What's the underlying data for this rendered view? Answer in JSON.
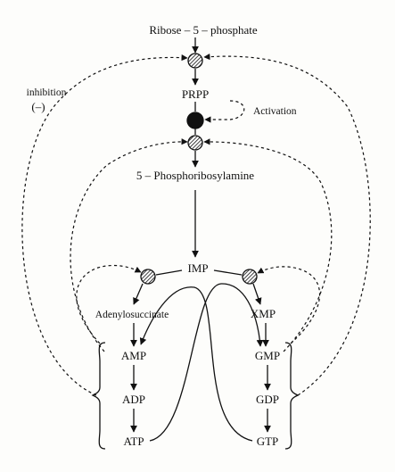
{
  "labels": {
    "ribose": "Ribose – 5 – phosphate",
    "prpp": "PRPP",
    "activation": "Activation",
    "inhibition": "inhibition",
    "inhibition_sign": "(–)",
    "phosphoribosylamine": "5 – Phosphoribosylamine",
    "imp": "IMP",
    "adenylosuccinate": "Adenylosuccinate",
    "xmp": "XMP",
    "amp": "AMP",
    "adp": "ADP",
    "atp": "ATP",
    "gmp": "GMP",
    "gdp": "GDP",
    "gtp": "GTP"
  },
  "colors": {
    "ink": "#111111",
    "paper": "#fdfdfb"
  },
  "icons": {
    "enzyme": "hatched-circle-enzyme-icon",
    "activated_enzyme": "filled-circle-enzyme-icon"
  }
}
